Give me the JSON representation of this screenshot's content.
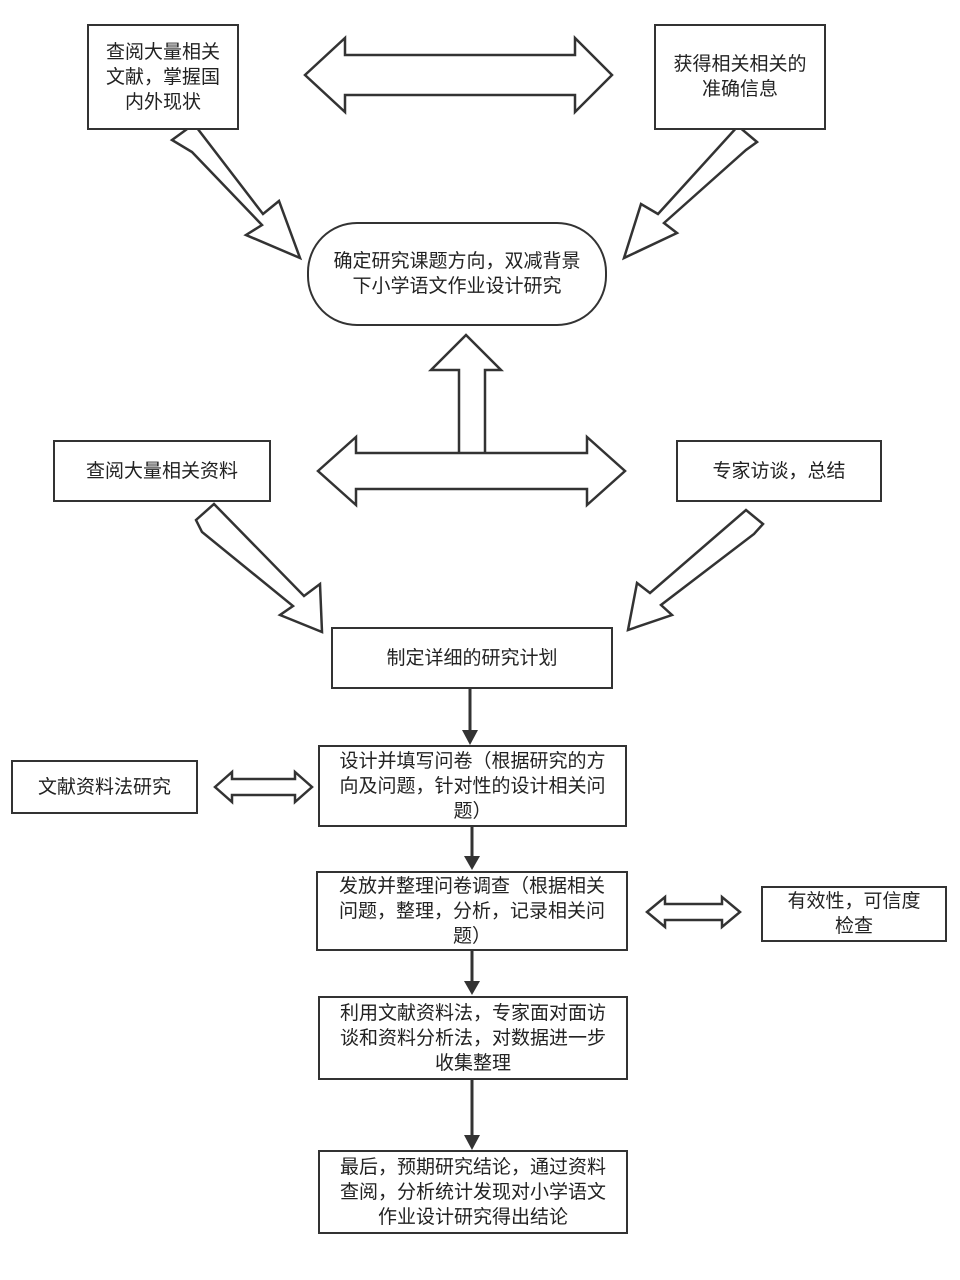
{
  "nodes": {
    "lit_review_top": "查阅大量相关\n文献，掌握国\n内外现状",
    "accurate_info": "获得相关相关的\n准确信息",
    "topic": "确定研究课题方向，双减背景\n下小学语文作业设计研究",
    "materials": "查阅大量相关资料",
    "expert_interview": "专家访谈，总结",
    "plan": "制定详细的研究计划",
    "literature_method": "文献资料法研究",
    "questionnaire_design": "设计并填写问卷（根据研究的方\n向及问题，针对性的设计相关问\n题）",
    "questionnaire_survey": "发放并整理问卷调查（根据相关\n问题，整理，分析，记录相关问\n题）",
    "validity_check": "有效性，可信度\n检查",
    "data_collection": "利用文献资料法，专家面对面访\n谈和资料分析法，对数据进一步\n收集整理",
    "conclusion": "最后，预期研究结论，通过资料\n查阅，分析统计发现对小学语文\n作业设计研究得出结论"
  },
  "colors": {
    "stroke": "#333333",
    "fill": "#ffffff",
    "text": "#222222"
  }
}
